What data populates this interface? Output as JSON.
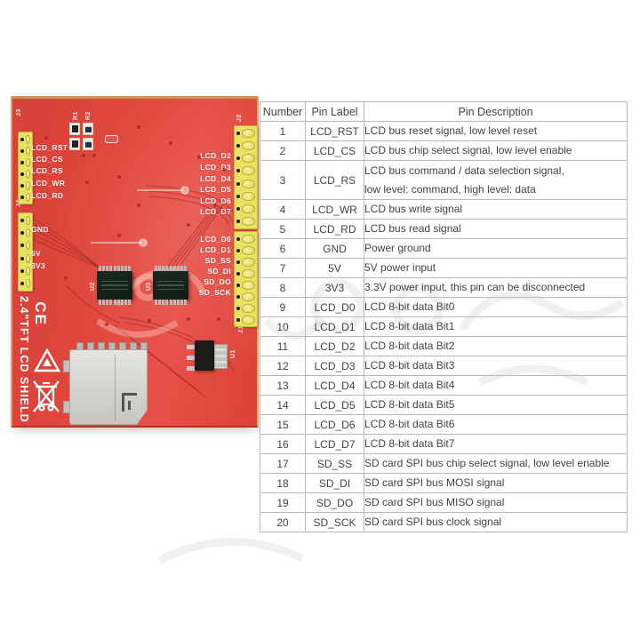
{
  "board": {
    "title_vertical": "2.4\"TFT LCD SHIELD",
    "ce_mark": "CE",
    "headers": {
      "j3": {
        "silk": "J3",
        "pins": 6,
        "labels": [
          "LCD_RST",
          "LCD_CS",
          "LCD_RS",
          "LCD_WR",
          "LCD_RD"
        ]
      },
      "j4": {
        "silk": "J4",
        "pins": 6,
        "labels": [
          "GND",
          "5V",
          "3V3"
        ]
      },
      "j2": {
        "silk": "J2",
        "pins": 8,
        "labels": [
          "LCD_D2",
          "LCD_D3",
          "LCD_D4",
          "LCD_D5",
          "LCD_D6",
          "LCD_D7"
        ]
      },
      "j1": {
        "silk": "J1",
        "pins": 8,
        "labels": [
          "LCD_D0",
          "LCD_D1",
          "SD_SS",
          "SD_DI",
          "SD_DO",
          "SD_SCK"
        ]
      }
    },
    "components": {
      "r1": "R1",
      "r2": "R2",
      "u1": "U1",
      "u2": "U2",
      "u3": "U3"
    },
    "colors": {
      "pcb_red": "#dd4338",
      "header_yellow": "#e8e162",
      "chip_body": "#172119",
      "silk_white": "#ffffff"
    }
  },
  "table": {
    "headers": [
      "Number",
      "Pin Label",
      "Pin Description"
    ],
    "rows": [
      {
        "number": "1",
        "label": "LCD_RST",
        "description": "LCD bus reset signal, low level reset"
      },
      {
        "number": "2",
        "label": "LCD_CS",
        "description": "LCD bus chip select signal, low level enable"
      },
      {
        "number": "3",
        "label": "LCD_RS",
        "description": "LCD bus command / data selection signal,\nlow level: command, high level: data",
        "tall": true
      },
      {
        "number": "4",
        "label": "LCD_WR",
        "description": "LCD bus write signal"
      },
      {
        "number": "5",
        "label": "LCD_RD",
        "description": "LCD bus read signal"
      },
      {
        "number": "6",
        "label": "GND",
        "description": "Power ground"
      },
      {
        "number": "7",
        "label": "5V",
        "description": "5V power input"
      },
      {
        "number": "8",
        "label": "3V3",
        "description": "3.3V power input, this pin can be disconnected"
      },
      {
        "number": "9",
        "label": "LCD_D0",
        "description": "LCD 8-bit data Bit0"
      },
      {
        "number": "10",
        "label": "LCD_D1",
        "description": "LCD 8-bit data Bit1"
      },
      {
        "number": "11",
        "label": "LCD_D2",
        "description": "LCD 8-bit data Bit2"
      },
      {
        "number": "12",
        "label": "LCD_D3",
        "description": "LCD 8-bit data Bit3"
      },
      {
        "number": "13",
        "label": "LCD_D4",
        "description": "LCD 8-bit data Bit4"
      },
      {
        "number": "14",
        "label": "LCD_D5",
        "description": "LCD 8-bit data Bit5"
      },
      {
        "number": "15",
        "label": "LCD_D6",
        "description": "LCD 8-bit data Bit6"
      },
      {
        "number": "16",
        "label": "LCD_D7",
        "description": "LCD 8-bit data Bit7"
      },
      {
        "number": "17",
        "label": "SD_SS",
        "description": "SD card SPI bus chip select signal, low level enable"
      },
      {
        "number": "18",
        "label": "SD_DI",
        "description": "SD card SPI bus MOSI signal"
      },
      {
        "number": "19",
        "label": "SD_DO",
        "description": "SD card SPI bus MISO signal"
      },
      {
        "number": "20",
        "label": "SD_SCK",
        "description": "SD card SPI bus clock signal"
      }
    ]
  }
}
